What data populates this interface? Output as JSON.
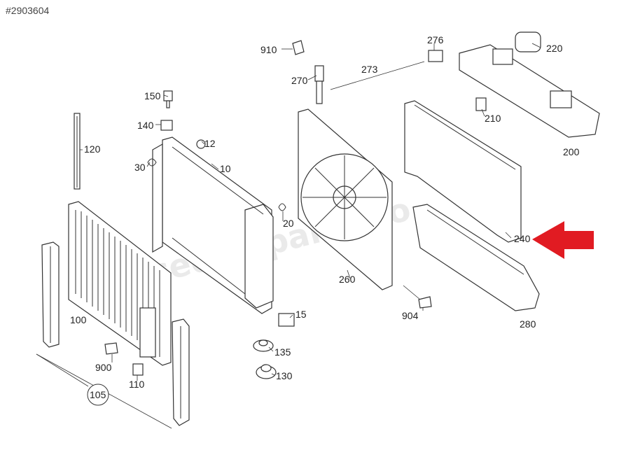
{
  "reference": "#2903604",
  "watermark": "mercedes-parts.co",
  "arrow_color": "#e11b22",
  "callouts": {
    "c910": "910",
    "c276": "276",
    "c220": "220",
    "c273": "273",
    "c270": "270",
    "c150": "150",
    "c210": "210",
    "c140": "140",
    "c12": "12",
    "c120": "120",
    "c200": "200",
    "c30": "30",
    "c10": "10",
    "c20": "20",
    "c240": "240",
    "c260": "260",
    "c15": "15",
    "c904": "904",
    "c100": "100",
    "c280": "280",
    "c135": "135",
    "c900": "900",
    "c130": "130",
    "c110": "110",
    "c105": "105"
  }
}
